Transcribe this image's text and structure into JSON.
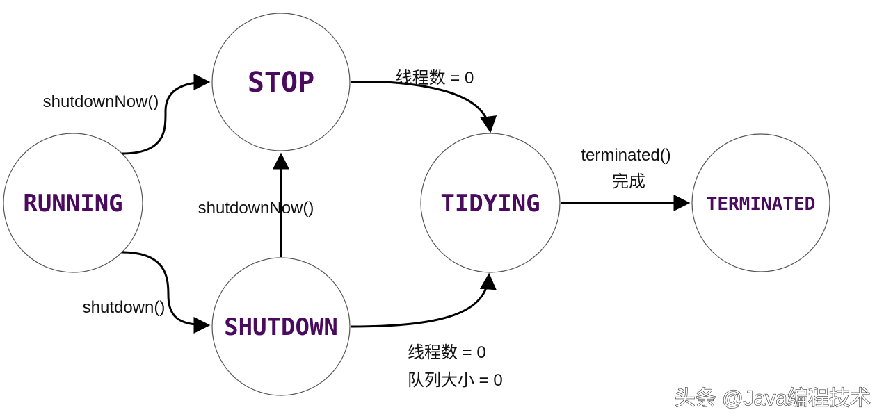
{
  "states": {
    "running": "RUNNING",
    "stop": "STOP",
    "shutdown": "SHUTDOWN",
    "tidying": "TIDYING",
    "terminated": "TERMINATED"
  },
  "transitions": {
    "running_to_stop": "shutdownNow()",
    "running_to_shutdown": "shutdown()",
    "shutdown_to_stop": "shutdownNow()",
    "stop_to_tidying": "线程数 = 0",
    "shutdown_to_tidying": [
      "线程数 = 0",
      "队列大小 = 0"
    ],
    "tidying_to_terminated": [
      "terminated()",
      "完成"
    ]
  },
  "watermark": "头条 @Java编程技术"
}
